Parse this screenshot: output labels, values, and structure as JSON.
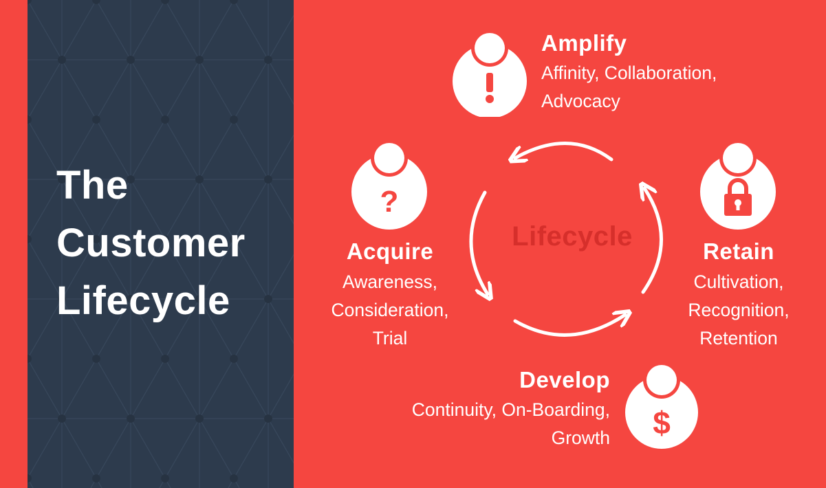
{
  "title": {
    "lines": [
      "The",
      "Customer",
      "Lifecycle"
    ]
  },
  "center_label": "Lifecycle",
  "stages": {
    "amplify": {
      "heading": "Amplify",
      "lines": [
        "Affinity, Collaboration,",
        "Advocacy"
      ],
      "icon": "exclamation-icon",
      "glyph": "!"
    },
    "acquire": {
      "heading": "Acquire",
      "lines": [
        "Awareness,",
        "Consideration,",
        "Trial"
      ],
      "icon": "question-mark-icon",
      "glyph": "?"
    },
    "retain": {
      "heading": "Retain",
      "lines": [
        "Cultivation,",
        "Recognition,",
        "Retention"
      ],
      "icon": "padlock-icon"
    },
    "develop": {
      "heading": "Develop",
      "lines": [
        "Continuity, On-Boarding,",
        "Growth"
      ],
      "icon": "dollar-sign-icon",
      "glyph": "$"
    }
  },
  "colors": {
    "red": "#f54640",
    "navy": "#2d3b4d",
    "white": "#ffffff",
    "center_label": "#d62f2b"
  }
}
